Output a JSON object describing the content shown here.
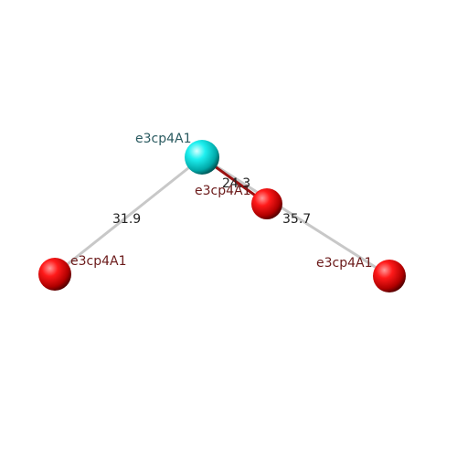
{
  "structure": {
    "atoms": [
      {
        "id": "cyan",
        "label": "e3cp4A1",
        "color": "#00e5e5",
        "label_color": "#2a5a60"
      },
      {
        "id": "red-mid",
        "label": "e3cp4A1",
        "color": "#ff0000",
        "label_color": "#6b1a1a"
      },
      {
        "id": "red-left",
        "label": "e3cp4A1",
        "color": "#ff0000",
        "label_color": "#6b1a1a"
      },
      {
        "id": "red-right",
        "label": "e3cp4A1",
        "color": "#ff0000",
        "label_color": "#6b1a1a"
      }
    ],
    "distances": [
      {
        "value": "24.3",
        "from": "cyan",
        "to": "red-mid"
      },
      {
        "value": "31.9",
        "from": "cyan",
        "to": "red-left"
      },
      {
        "value": "35.7",
        "from": "cyan",
        "to": "red-right"
      }
    ]
  }
}
